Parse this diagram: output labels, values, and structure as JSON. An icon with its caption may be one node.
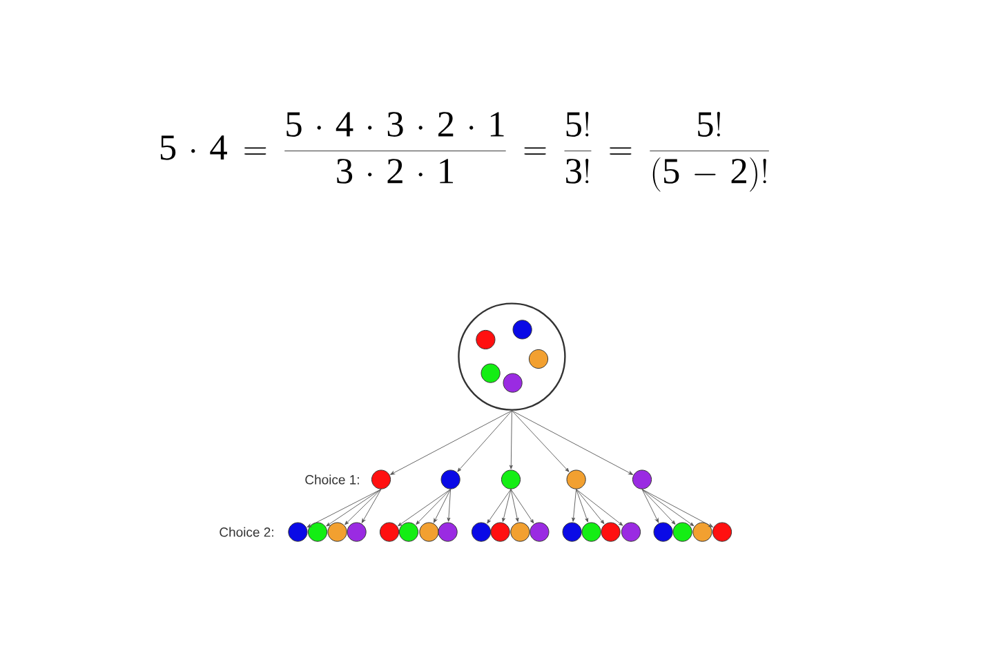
{
  "diagram": {
    "nodes": [
      {
        "text": [],
        "shape": "circle"
      },
      {
        "text": [],
        "shape": "circle",
        "in": 0
      },
      {
        "text": [],
        "shape": "circle",
        "in": 0
      },
      {
        "text": [],
        "shape": "circle",
        "in": 0
      },
      {
        "text": [],
        "shape": "circle",
        "in": 0
      },
      {
        "text": [],
        "shape": "circle",
        "in": 0
      },
      {
        "text": [],
        "shape": "circle"
      },
      {
        "text": [],
        "shape": "circle"
      },
      {
        "text": [],
        "shape": "circle"
      },
      {
        "text": [],
        "shape": "circle"
      },
      {
        "text": [],
        "shape": "circle"
      },
      {
        "text": [],
        "shape": "circle"
      },
      {
        "text": [],
        "shape": "circle"
      },
      {
        "text": [],
        "shape": "circle"
      },
      {
        "text": [],
        "shape": "circle"
      },
      {
        "text": [],
        "shape": "circle"
      },
      {
        "text": [],
        "shape": "circle"
      },
      {
        "text": [],
        "shape": "circle"
      },
      {
        "text": [],
        "shape": "circle"
      },
      {
        "text": [],
        "shape": "circle"
      },
      {
        "text": [],
        "shape": "circle"
      },
      {
        "text": [],
        "shape": "circle"
      },
      {
        "text": [],
        "shape": "circle"
      },
      {
        "text": [],
        "shape": "circle"
      },
      {
        "text": [],
        "shape": "circle"
      },
      {
        "text": [],
        "shape": "circle"
      },
      {
        "text": [],
        "shape": "circle"
      },
      {
        "text": [],
        "shape": "circle"
      },
      {
        "text": [],
        "shape": "circle"
      },
      {
        "text": [],
        "shape": "circle"
      },
      {
        "text": [],
        "shape": "circle"
      }
    ],
    "edges": [
      {
        "from": 0,
        "to": 6,
        "arrow": "to"
      },
      {
        "from": 0,
        "to": 7,
        "arrow": "to"
      },
      {
        "from": 0,
        "to": 8,
        "arrow": "to"
      },
      {
        "from": 0,
        "to": 9,
        "arrow": "to"
      },
      {
        "from": 0,
        "to": 10,
        "arrow": "to"
      },
      {
        "from": 6,
        "to": 11,
        "arrow": "to"
      },
      {
        "from": 6,
        "to": 12,
        "arrow": "to"
      },
      {
        "from": 6,
        "to": 13,
        "arrow": "to"
      },
      {
        "from": 6,
        "to": 14,
        "arrow": "to"
      },
      {
        "from": 7,
        "to": 15,
        "arrow": "to"
      },
      {
        "from": 7,
        "to": 16,
        "arrow": "to"
      },
      {
        "from": 7,
        "to": 17,
        "arrow": "to"
      },
      {
        "from": 7,
        "to": 18,
        "arrow": "to"
      },
      {
        "from": 8,
        "to": 19,
        "arrow": "to"
      },
      {
        "from": 8,
        "to": 20,
        "arrow": "to"
      },
      {
        "from": 8,
        "to": 21,
        "arrow": "to"
      },
      {
        "from": 8,
        "to": 22,
        "arrow": "to"
      },
      {
        "from": 9,
        "to": 23,
        "arrow": "to"
      },
      {
        "from": 9,
        "to": 24,
        "arrow": "to"
      },
      {
        "from": 9,
        "to": 25,
        "arrow": "to"
      },
      {
        "from": 9,
        "to": 26,
        "arrow": "to"
      },
      {
        "from": 10,
        "to": 27,
        "arrow": "to"
      },
      {
        "from": 10,
        "to": 28,
        "arrow": "to"
      },
      {
        "from": 10,
        "to": 29,
        "arrow": "to"
      },
      {
        "from": 10,
        "to": 30,
        "arrow": "to"
      }
    ],
    "labels": [
      "5 \\cdot 4 = \\frac{5 \\cdot 4 \\cdot 3 \\cdot 2 \\cdot 1}{3 \\cdot 2 \\cdot 1} = \\frac{5!}{3!} = \\frac{5!}{(5-2)!}",
      "Choice 1:",
      "Choice 2:"
    ]
  }
}
